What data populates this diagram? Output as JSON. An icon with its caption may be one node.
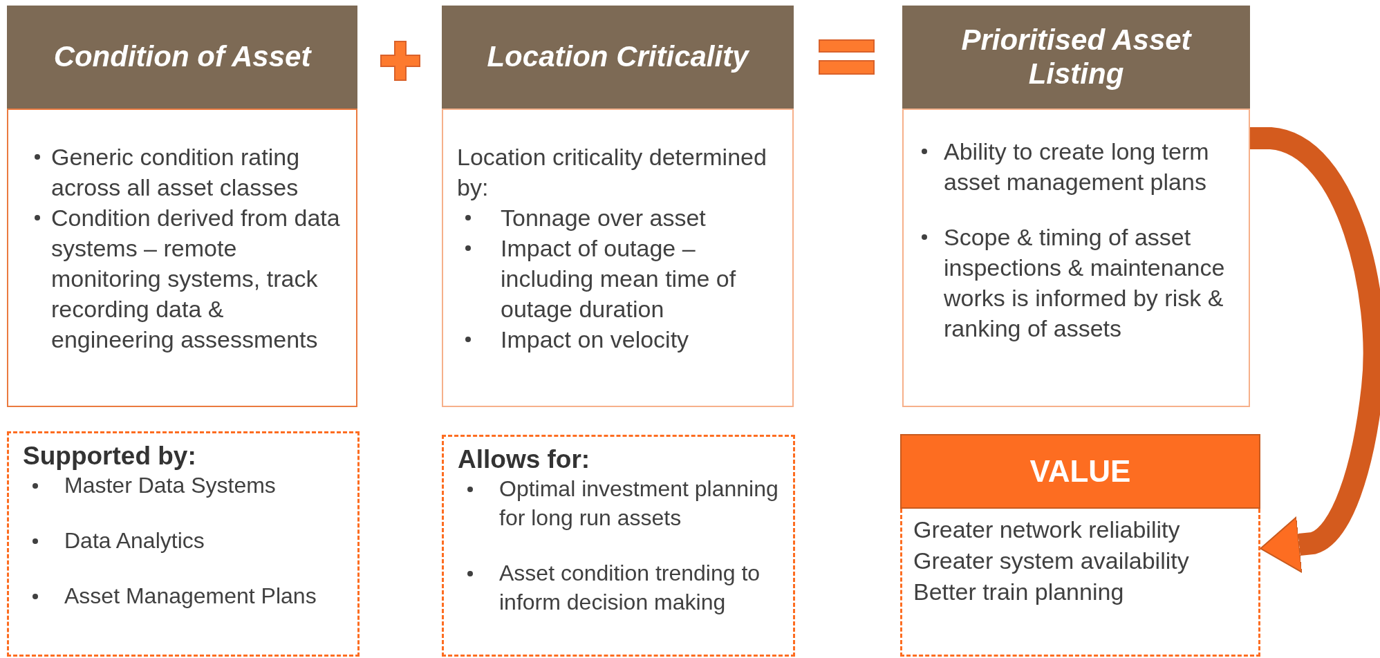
{
  "diagram": {
    "nodes": [
      {
        "text": [
          "Condition of Asset",
          "Generic condition rating across all asset classes",
          "Condition derived from data systems – remote monitoring systems, track recording data & engineering assessments"
        ]
      },
      {
        "text": [
          "Location Criticality",
          "Location criticality determined by:",
          "Tonnage over asset",
          "Impact of outage – including mean time of outage duration",
          "Impact on velocity"
        ]
      },
      {
        "text": [
          "Prioritised Asset Listing",
          "Ability to create long term asset management plans",
          "Scope & timing of asset inspections & maintenance works is informed by risk & ranking of assets"
        ]
      },
      {
        "text": [
          "Supported by:",
          "Master Data Systems",
          "Data Analytics",
          "Asset Management Plans"
        ]
      },
      {
        "text": [
          "Allows for:",
          "Optimal investment planning for long run assets",
          "Asset condition trending to inform decision making"
        ]
      },
      {
        "text": [
          "VALUE",
          "Greater network reliability",
          "Greater system availability",
          "Better train planning"
        ]
      }
    ],
    "edges": [
      {
        "from": 2,
        "to": 5,
        "arrow": "to"
      }
    ]
  }
}
